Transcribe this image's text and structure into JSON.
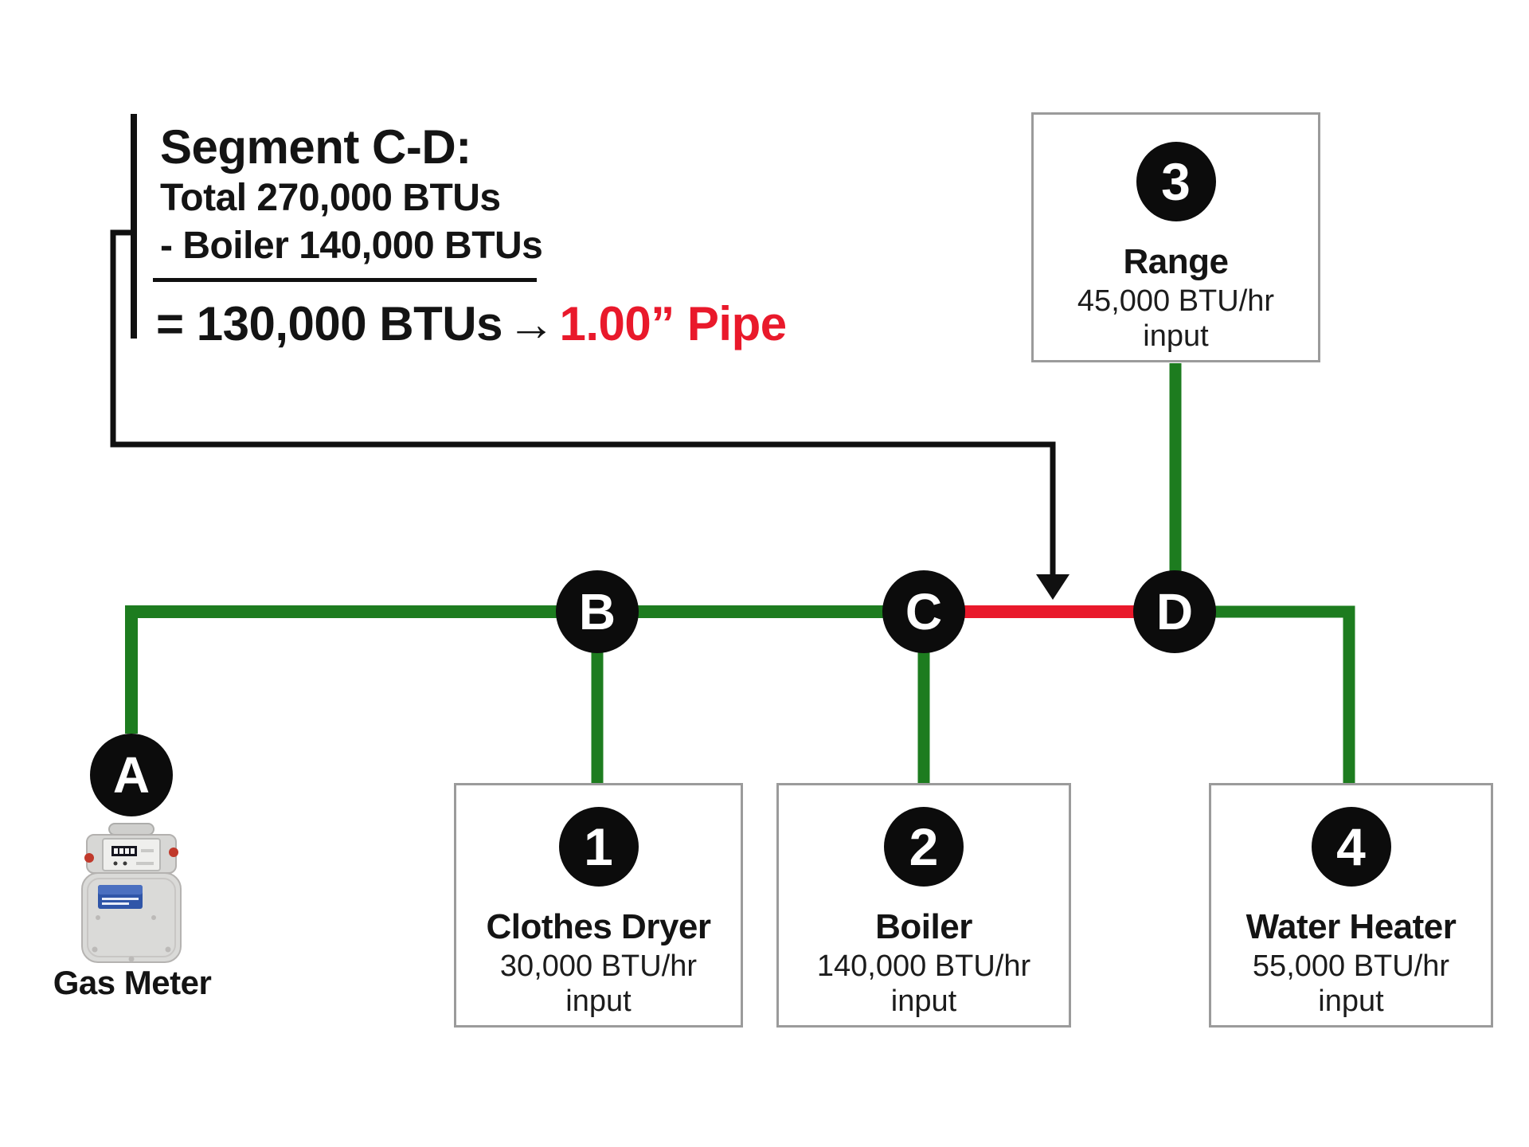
{
  "callout": {
    "title": "Segment C-D:",
    "total_line": "Total 270,000 BTUs",
    "minus_line": "- Boiler 140,000 BTUs",
    "result": "= 130,000 BTUs",
    "arrow_glyph": "→",
    "pipe_size": "1.00” Pipe"
  },
  "nodes": [
    {
      "label": "A"
    },
    {
      "label": "B"
    },
    {
      "label": "C"
    },
    {
      "label": "D"
    }
  ],
  "gas_meter": {
    "label": "Gas Meter"
  },
  "appliances": [
    {
      "number": "1",
      "name": "Clothes Dryer",
      "rating": "30,000 BTU/hr",
      "unit_note": "input"
    },
    {
      "number": "2",
      "name": "Boiler",
      "rating": "140,000 BTU/hr",
      "unit_note": "input"
    },
    {
      "number": "3",
      "name": "Range",
      "rating": "45,000 BTU/hr",
      "unit_note": "input"
    },
    {
      "number": "4",
      "name": "Water Heater",
      "rating": "55,000 BTU/hr",
      "unit_note": "input"
    }
  ],
  "colors": {
    "pipe_green": "#1d7c1f",
    "pipe_red": "#e9192b",
    "line_black": "#101010",
    "box_border": "#9b9b9b",
    "node_fill": "#0c0c0c",
    "text_dark": "#141414"
  }
}
